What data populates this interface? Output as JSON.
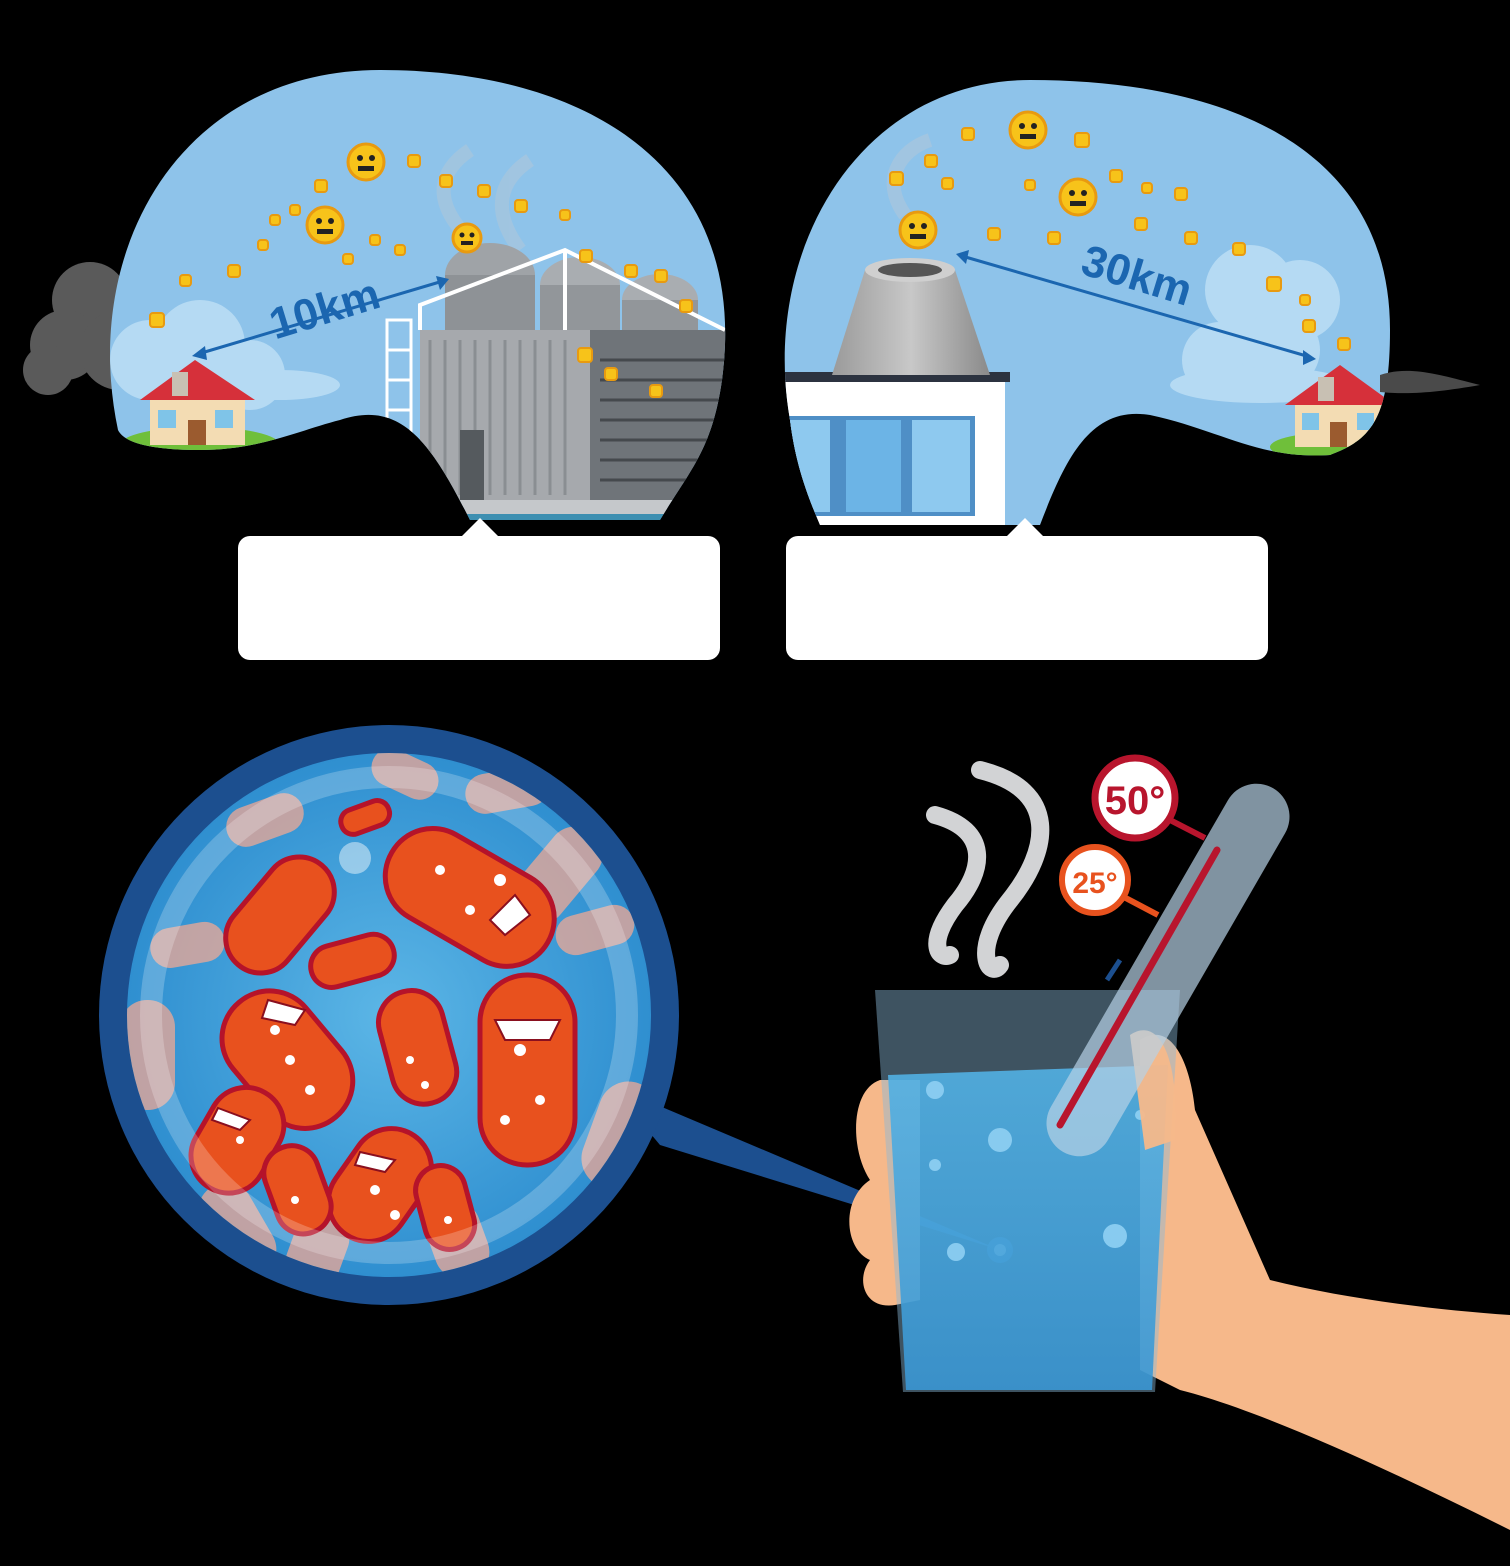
{
  "scene": {
    "left_panel": {
      "distance_label": "10km"
    },
    "right_panel": {
      "distance_label": "30km"
    },
    "captions": {
      "left": "",
      "right": ""
    },
    "thermometer": {
      "high_mark": "50°",
      "low_mark": "25°"
    }
  },
  "colors": {
    "sky": "#8ec3ea",
    "background": "#000000",
    "distance_arrow": "#1b66b0",
    "bacteria": "#e8511e",
    "bacteria_outline": "#b5132a",
    "lens_ring": "#1c4f8f",
    "water": "#3fa6dc",
    "hand": "#f6b88a",
    "high_temp": "#b8152d",
    "low_temp": "#e8521e"
  },
  "icons": [
    "house-icon",
    "cooling-tower-icon",
    "chimney-building-icon",
    "bacteria-icon",
    "magnifier-lens-icon",
    "glass-icon",
    "thermometer-icon",
    "hand-icon",
    "steam-icon",
    "cloud-icon",
    "smoke-icon"
  ]
}
